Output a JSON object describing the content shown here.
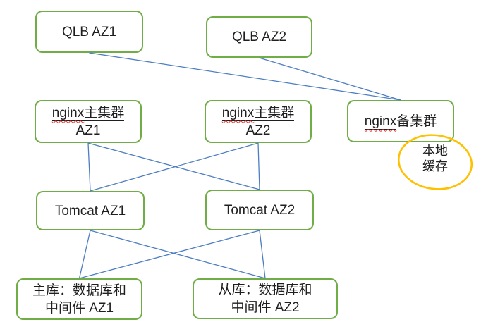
{
  "colors": {
    "box_border": "#70AD47",
    "connector": "#4D7EC3",
    "annotation_circle": "#FFC000",
    "misspell_underline": "#E0342E",
    "text": "#1F1F1F",
    "background": "#FFFFFF"
  },
  "nodes": {
    "qlb_az1": {
      "label": "QLB AZ1"
    },
    "qlb_az2": {
      "label": "QLB AZ2"
    },
    "nginx_az1": {
      "line1_latin": "nginx",
      "line1_cjk": "主集群",
      "line2": "AZ1"
    },
    "nginx_az2": {
      "line1_latin": "nginx",
      "line1_cjk": "主集群",
      "line2": "AZ2"
    },
    "nginx_backup": {
      "latin": "nginx",
      "cjk": "备集群"
    },
    "tomcat_az1": {
      "label": "Tomcat AZ1"
    },
    "tomcat_az2": {
      "label": "Tomcat AZ2"
    },
    "db_az1": {
      "line1": "主库：数据库和",
      "line2": "中间件 AZ1"
    },
    "db_az2": {
      "line1": "从库：数据库和",
      "line2": "中间件 AZ2"
    }
  },
  "annotation": {
    "line1": "本地",
    "line2": "缓存"
  },
  "edges": [
    {
      "from": "qlb-az1",
      "to": "nginx-backup"
    },
    {
      "from": "qlb-az2",
      "to": "nginx-backup"
    },
    {
      "from": "nginx-az1",
      "to": "tomcat-az1"
    },
    {
      "from": "nginx-az1",
      "to": "tomcat-az2"
    },
    {
      "from": "nginx-az2",
      "to": "tomcat-az1"
    },
    {
      "from": "nginx-az2",
      "to": "tomcat-az2"
    },
    {
      "from": "tomcat-az1",
      "to": "db-az1"
    },
    {
      "from": "tomcat-az1",
      "to": "db-az2"
    },
    {
      "from": "tomcat-az2",
      "to": "db-az1"
    },
    {
      "from": "tomcat-az2",
      "to": "db-az2"
    }
  ]
}
